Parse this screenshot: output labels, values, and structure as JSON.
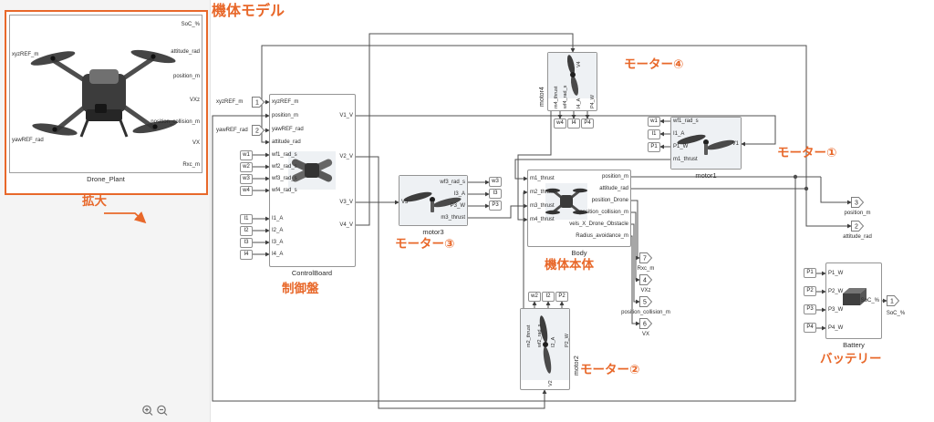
{
  "colors": {
    "accent": "#E8682A",
    "wire": "#4f4f4f",
    "block_border": "#949494"
  },
  "title": "機体モデル",
  "zoom_label": "拡大",
  "annotations": {
    "control_board": "制御盤",
    "motor1": "モーター①",
    "motor2": "モーター②",
    "motor3": "モーター③",
    "motor4": "モーター④",
    "body": "機体本体",
    "battery": "バッテリー"
  },
  "overview": {
    "name": "Drone_Plant",
    "inputs": [
      "xyzREF_m",
      "yawREF_rad"
    ],
    "outputs": [
      "SoC_%",
      "attitude_rad",
      "position_m",
      "VXz",
      "position_collision_m",
      "VX",
      "Rxc_m"
    ]
  },
  "inports": [
    {
      "num": "1",
      "name": "xyzREF_m"
    },
    {
      "num": "2",
      "name": "yawREF_rad"
    }
  ],
  "outports": {
    "soc": {
      "num": "1",
      "name": "SoC_%"
    },
    "attitude": {
      "num": "2",
      "name": "attitude_rad"
    },
    "position": {
      "num": "3",
      "name": "position_m"
    },
    "vxz": {
      "num": "4",
      "name": "VXz"
    },
    "collision": {
      "num": "5",
      "name": "position_collision_m"
    },
    "vx": {
      "num": "6",
      "name": "VX"
    },
    "rxc": {
      "num": "7",
      "name": "Rxc_m"
    }
  },
  "control_board": {
    "name": "ControlBoard",
    "inputs": [
      "xyzREF_m",
      "position_m",
      "yawREF_rad",
      "attitude_rad",
      "wf1_rad_s",
      "wf2_rad_s",
      "wf3_rad_s",
      "wf4_rad_s",
      "I1_A",
      "I2_A",
      "I3_A",
      "I4_A"
    ],
    "outputs": [
      "V1_V",
      "V2_V",
      "V3_V",
      "V4_V"
    ],
    "from_tags": [
      "w1",
      "w2",
      "w3",
      "w4",
      "I1",
      "I2",
      "I3",
      "I4"
    ]
  },
  "motors": {
    "m1": {
      "name": "motor1",
      "input": "V1",
      "outputs": [
        "wf1_rad_s",
        "I1_A",
        "P1_W",
        "m1_thrust"
      ],
      "tags": [
        "w1",
        "I1",
        "P1"
      ]
    },
    "m2": {
      "name": "motor2",
      "input": "V2",
      "outputs": [
        "wf2_rad_s",
        "I2_A",
        "P2_W",
        "m2_thrust"
      ],
      "tags": [
        "w2",
        "I2",
        "P2"
      ]
    },
    "m3": {
      "name": "motor3",
      "input": "V3",
      "outputs": [
        "wf3_rad_s",
        "I3_A",
        "P3_W",
        "m3_thrust"
      ],
      "tags": [
        "w3",
        "I3",
        "P3"
      ]
    },
    "m4": {
      "name": "motor4",
      "input": "V4",
      "outputs": [
        "wf4_rad_s",
        "I4_A",
        "P4_W",
        "m4_thrust"
      ],
      "tags": [
        "w4",
        "I4",
        "P4"
      ]
    }
  },
  "body": {
    "name": "Body",
    "inputs": [
      "m1_thrust",
      "m2_thrust",
      "m3_thrust",
      "m4_thrust"
    ],
    "outputs": [
      "position_m",
      "attitude_rad",
      "position_Drone",
      "position_collision_m",
      "vels_X_Drone_Obstacle",
      "Radius_avoidance_m"
    ]
  },
  "battery": {
    "name": "Battery",
    "inputs": [
      "P1_W",
      "P2_W",
      "P3_W",
      "P4_W"
    ],
    "output": "SoC_%",
    "tags": [
      "P1",
      "P2",
      "P3",
      "P4"
    ]
  }
}
